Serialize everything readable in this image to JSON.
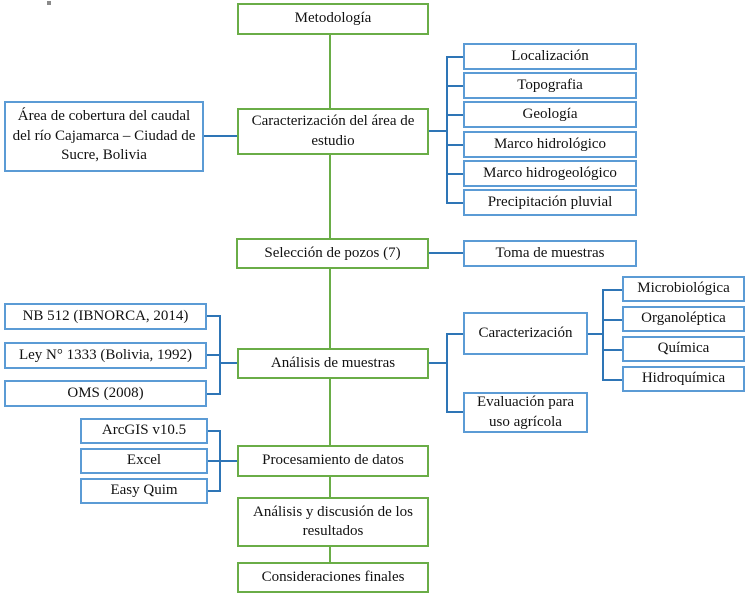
{
  "diagram": {
    "root_label": "Metodología",
    "steps": {
      "caracterizacion_area": "Caracterización del área de estudio",
      "seleccion_pozos": "Selección de pozos (7)",
      "analisis_muestras": "Análisis de muestras",
      "procesamiento_datos": "Procesamiento de datos",
      "analisis_discusion": "Análisis y discusión de los resultados",
      "consideraciones_finales": "Consideraciones finales"
    },
    "inputs": {
      "area_cobertura": "Área de cobertura del caudal del río Cajamarca – Ciudad de Sucre, Bolivia",
      "nb512": "NB 512 (IBNORCA, 2014)",
      "ley1333": "Ley N° 1333 (Bolivia, 1992)",
      "oms": "OMS (2008)",
      "arcgis": "ArcGIS v10.5",
      "excel": "Excel",
      "easy_quim": "Easy Quim"
    },
    "area_aspects": {
      "localizacion": "Localización",
      "topografia": "Topografia",
      "geologia": "Geología",
      "marco_hidrologico": "Marco hidrológico",
      "marco_hidrogeologico": "Marco hidrogeológico",
      "precipitacion_pluvial": "Precipitación pluvial"
    },
    "sampling": {
      "toma_muestras": "Toma de muestras"
    },
    "analysis_outputs": {
      "caracterizacion": "Caracterización",
      "evaluacion_agricola": "Evaluación para uso agrícola",
      "tipos": {
        "microbiologica": "Microbiológica",
        "organoleptica": "Organoléptica",
        "quimica": "Química",
        "hidroquimica": "Hidroquímica"
      }
    }
  },
  "colors": {
    "green_accent": "#6aad47",
    "blue_box_border": "#5b9bd5",
    "blue_connector": "#2e75b6",
    "text": "#111111",
    "background": "#ffffff"
  }
}
